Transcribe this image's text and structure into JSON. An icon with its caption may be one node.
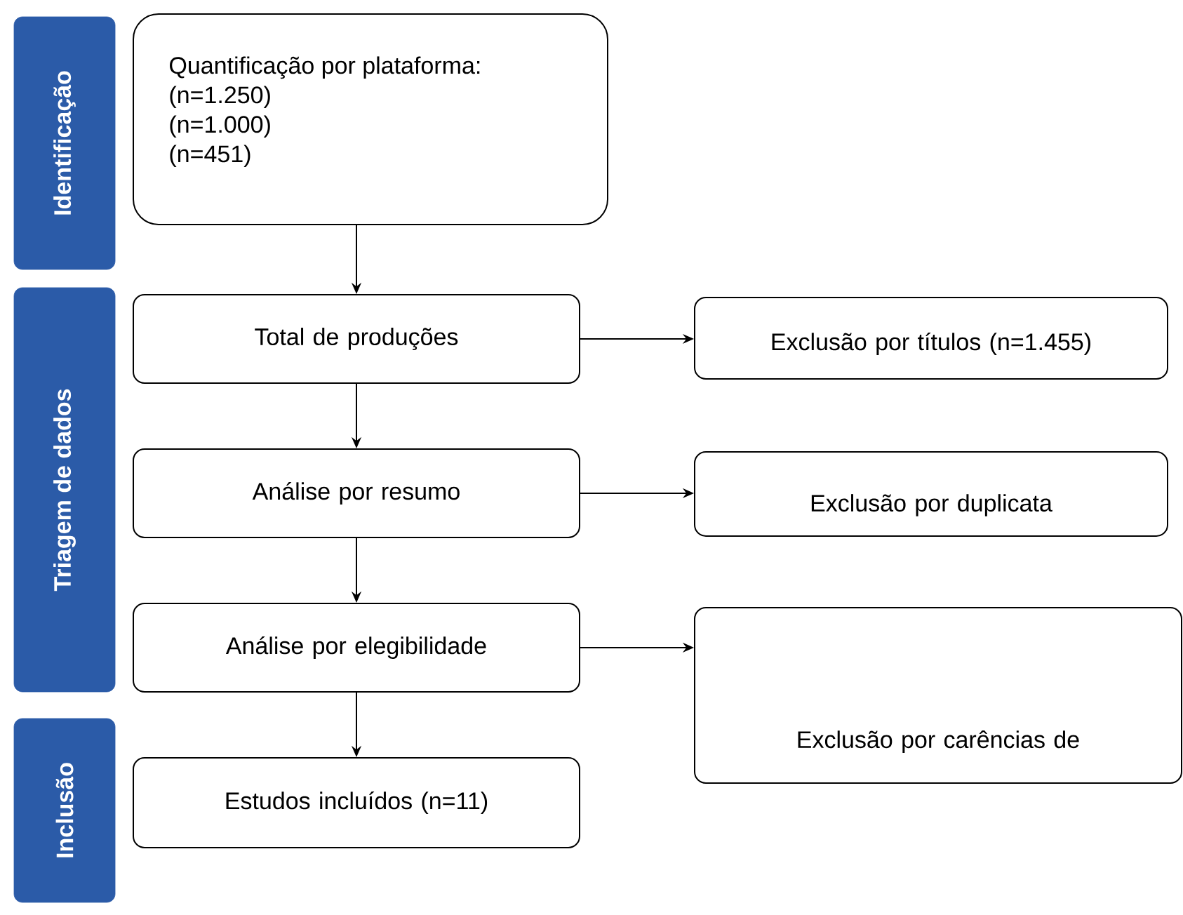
{
  "diagram": {
    "nodes": [
      {
        "text": [
          "Identificação"
        ]
      },
      {
        "text": [
          "Quantificação por plataforma:",
          "(n=1.250)",
          "(n=1.000)",
          "(n=451)"
        ]
      },
      {
        "text": [
          "Triagem de dados"
        ]
      },
      {
        "text": [
          "Total de produções"
        ]
      },
      {
        "text": [
          "Exclusão por títulos (n=1.455)"
        ]
      },
      {
        "text": [
          "Análise por resumo"
        ]
      },
      {
        "text": [
          "Exclusão por duplicata"
        ]
      },
      {
        "text": [
          "Análise por elegibilidade"
        ]
      },
      {
        "text": [
          "Exclusão por carências de"
        ]
      },
      {
        "text": [
          "Inclusão"
        ]
      },
      {
        "text": [
          "Estudos incluídos (n=11)"
        ]
      }
    ],
    "edges": [
      {
        "from": 1,
        "to": 3,
        "arrow": "to"
      },
      {
        "from": 3,
        "to": 4,
        "arrow": "to"
      },
      {
        "from": 3,
        "to": 5,
        "arrow": "to"
      },
      {
        "from": 5,
        "to": 6,
        "arrow": "to"
      },
      {
        "from": 5,
        "to": 7,
        "arrow": "to"
      },
      {
        "from": 7,
        "to": 8,
        "arrow": "to"
      },
      {
        "from": 7,
        "to": 10,
        "arrow": "to"
      }
    ]
  }
}
